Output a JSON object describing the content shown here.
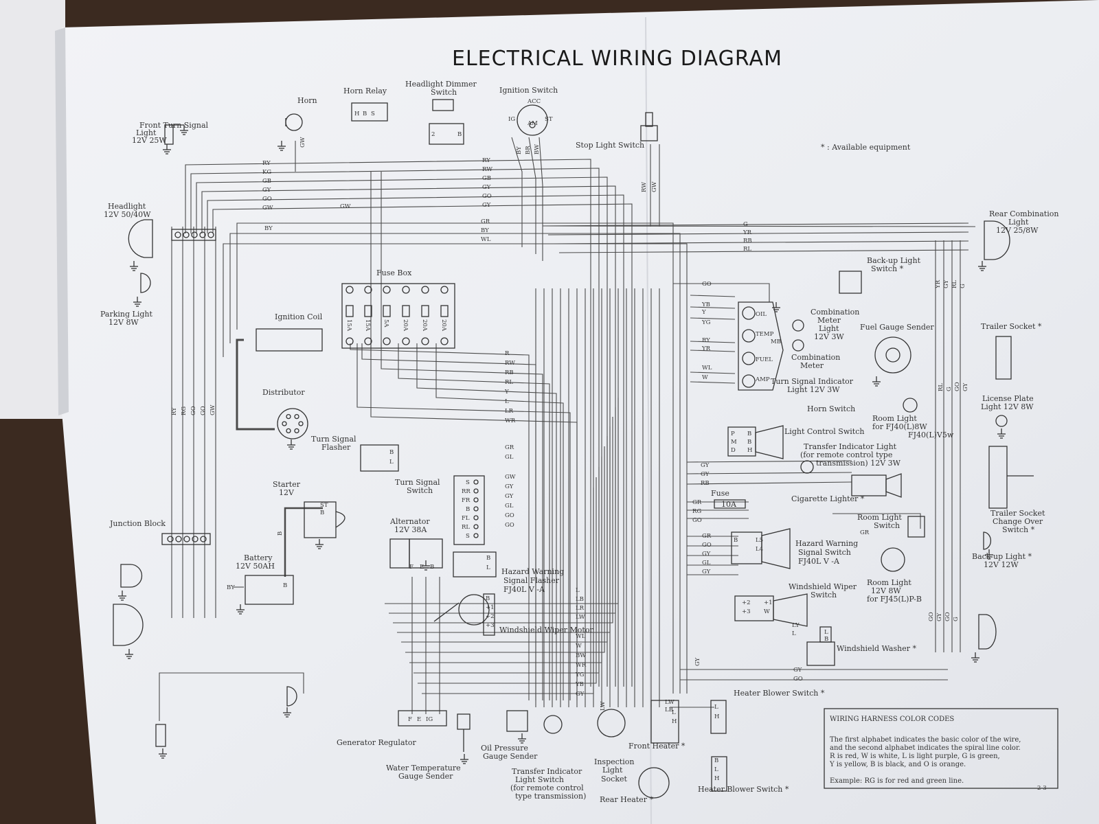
{
  "title": "ELECTRICAL WIRING DIAGRAM",
  "note": "* : Available equipment",
  "page_number": "2-3",
  "components": {
    "front_turn_signal": "Front Turn Signal",
    "front_turn_signal_2": "Light",
    "front_turn_signal_3": "12V 25W",
    "horn": "Horn",
    "horn_relay": "Horn Relay",
    "dimmer": "Headlight Dimmer",
    "dimmer_2": "Switch",
    "ignition_switch": "Ignition Switch",
    "stop_light_switch": "Stop Light Switch",
    "headlight": "Headlight",
    "headlight_2": "12V 50/40W",
    "parking_light": "Parking Light",
    "parking_light_2": "12V 8W",
    "fuse_box": "Fuse Box",
    "ignition_coil": "Ignition Coil",
    "distributor": "Distributor",
    "turn_signal_flasher": "Turn Signal",
    "turn_signal_flasher_2": "Flasher",
    "starter": "Starter",
    "starter_2": "12V",
    "junction_block": "Junction Block",
    "battery": "Battery",
    "battery_2": "12V 50AH",
    "turn_signal_switch": "Turn Signal",
    "turn_signal_switch_2": "Switch",
    "alternator": "Alternator",
    "alternator_2": "12V 38A",
    "hazard_flasher": "Hazard Warning",
    "hazard_flasher_2": "Signal Flasher",
    "hazard_flasher_3": "FJ40L V -A",
    "wiper_motor": "Windshield Wiper Motor",
    "generator_regulator": "Generator Regulator",
    "water_temp": "Water Temperature",
    "water_temp_2": "Gauge Sender",
    "oil_pressure": "Oil Pressure",
    "oil_pressure_2": "Gauge Sender",
    "transfer_switch": "Transfer Indicator",
    "transfer_switch_2": "Light Switch",
    "transfer_switch_3": "(for remote control",
    "transfer_switch_4": "type transmission)",
    "inspection": "Inspection",
    "inspection_2": "Light",
    "inspection_3": "Socket",
    "front_heater": "Front Heater *",
    "rear_heater": "Rear Heater *",
    "heater_blower_1": "Heater Blower Switch *",
    "heater_blower_2": "Heater Blower Switch *",
    "rear_combination": "Rear Combination",
    "rear_combination_2": "Light",
    "rear_combination_3": "12V 25/8W",
    "backup_switch": "Back-up Light",
    "backup_switch_2": "Switch *",
    "combination_meter_light": "Combination",
    "combination_meter_light_2": "Meter",
    "combination_meter_light_3": "Light",
    "combination_meter_light_4": "12V 3W",
    "combination_meter": "Combination",
    "combination_meter_2": "Meter",
    "fuel_sender": "Fuel Gauge Sender",
    "trailer_socket": "Trailer Socket *",
    "turn_indicator": "Turn Signal Indicator",
    "turn_indicator_2": "Light 12V 3W",
    "horn_switch": "Horn Switch",
    "license_plate": "License Plate",
    "license_plate_2": "Light 12V 8W",
    "room_light": "Room Light",
    "room_light_2": "for FJ40(L)8W",
    "room_light_3": "FJ40(L)V5w",
    "light_control": "Light Control Switch",
    "transfer_light": "Transfer Indicator Light",
    "transfer_light_2": "(for remote control type",
    "transfer_light_3": "transmission) 12V 3W",
    "cigarette": "Cigarette Lighter *",
    "fuse": "Fuse",
    "fuse_value": "10A",
    "room_light_switch": "Room Light",
    "room_light_switch_2": "Switch",
    "trailer_change": "Trailer Socket",
    "trailer_change_2": "Change Over",
    "trailer_change_3": "Switch *",
    "hazard_switch": "Hazard Warning",
    "hazard_switch_2": "Signal Switch",
    "hazard_switch_3": "FJ40L V -A",
    "backup_light": "Back-up Light *",
    "backup_light_2": "12V 12W",
    "room_light_b": "Room Light",
    "room_light_b_2": "12V 8W",
    "room_light_b_3": "for FJ45(L)P-B",
    "wiper_switch": "Windshield Wiper",
    "wiper_switch_2": "Switch",
    "washer": "Windshield Washer *"
  },
  "fuses": [
    "15A",
    "15A",
    "5A",
    "20A",
    "20A",
    "20A"
  ],
  "ignition_terminals": {
    "acc": "ACC",
    "ig": "IG",
    "am": "AM",
    "st": "ST"
  },
  "wire_labels": {
    "top": [
      "RY",
      "KG",
      "GB",
      "GY",
      "GO",
      "GW"
    ],
    "top_right": [
      "RY",
      "RW",
      "GB",
      "GY",
      "GO",
      "GY"
    ],
    "mid": [
      "GR",
      "BY",
      "WL"
    ],
    "by": "BY",
    "gw": "GW",
    "rear": [
      "G",
      "YR",
      "RB",
      "RL"
    ],
    "fuse_out": [
      "R",
      "RW",
      "RB",
      "RL",
      "Y",
      "L",
      "LR",
      "WR"
    ],
    "flasher": [
      "GR",
      "GL"
    ],
    "tss": [
      "GW",
      "GY",
      "GY",
      "GL",
      "GO",
      "GO"
    ],
    "wiper": [
      "L",
      "LB",
      "LR",
      "LW"
    ],
    "bottom": [
      "WL",
      "W",
      "BW",
      "WR",
      "YG",
      "YB",
      "GY"
    ],
    "meter_go": "GO",
    "meter": [
      "YB",
      "Y",
      "YG",
      "RY",
      "YR",
      "WL",
      "W"
    ],
    "right_mid": [
      "GY",
      "GY",
      "RB"
    ],
    "fuse_wires": [
      "GR",
      "RG",
      "GO"
    ],
    "hazard": [
      "GR",
      "GO",
      "GY",
      "GL",
      "GY"
    ],
    "washer": [
      "LY",
      "L"
    ],
    "right_bottom": [
      "GY",
      "GO"
    ],
    "room": "GR",
    "heater": [
      "LW",
      "LB"
    ],
    "vertical_left": [
      "RY",
      "RG",
      "GO",
      "GO",
      "GW"
    ],
    "vertical_right": [
      "YR",
      "GY",
      "RL",
      "G"
    ],
    "vertical_right_b": [
      "RL",
      "G",
      "GO",
      "GY"
    ],
    "vertical_bottom": [
      "GO",
      "GY",
      "GO",
      "G"
    ],
    "ign_wires": [
      "BY",
      "BR",
      "BW"
    ],
    "stop_wires": [
      "RW",
      "GW"
    ],
    "horn_wire": "GW",
    "battery_wire": "BY",
    "starter_wire": "B"
  },
  "terminals": {
    "horn_relay": [
      "H",
      "B",
      "S"
    ],
    "dimmer": [
      "2",
      "B"
    ],
    "flasher": [
      "B",
      "L"
    ],
    "tss": [
      "S",
      "RR",
      "FR",
      "B",
      "FL",
      "RL",
      "S"
    ],
    "hazard_flasher": [
      "B",
      "L"
    ],
    "wiper_motor": [
      "B",
      "+1",
      "+2",
      "+3"
    ],
    "regulator": [
      "F",
      "E",
      "IG"
    ],
    "alternator": [
      "F",
      "E",
      "B"
    ],
    "starter": [
      "ST",
      "B"
    ],
    "meter": [
      "OIL",
      "TEMP",
      "MB",
      "FUEL",
      "AMP"
    ],
    "light_ctrl": [
      "P",
      "M",
      "D",
      "B",
      "B",
      "H"
    ],
    "hazard_sw": [
      "B",
      "L5",
      "L4"
    ],
    "wiper_sw": [
      "+2",
      "+3",
      "+1",
      "W"
    ],
    "washer": [
      "L",
      "B"
    ],
    "heater": [
      "L",
      "H"
    ],
    "heater_sw": [
      "L",
      "H"
    ],
    "heater2": [
      "B",
      "L",
      "H"
    ]
  },
  "legend": {
    "title": "WIRING HARNESS COLOR CODES",
    "line1": "The first alphabet indicates the basic color of the wire,",
    "line2": "and the second alphabet indicates the spiral line color.",
    "line3": "R is red, W is white, L is light purple, G is green,",
    "line4": "Y is yellow, B is black, and O is orange.",
    "example": "Example: RG is for red and green line."
  }
}
